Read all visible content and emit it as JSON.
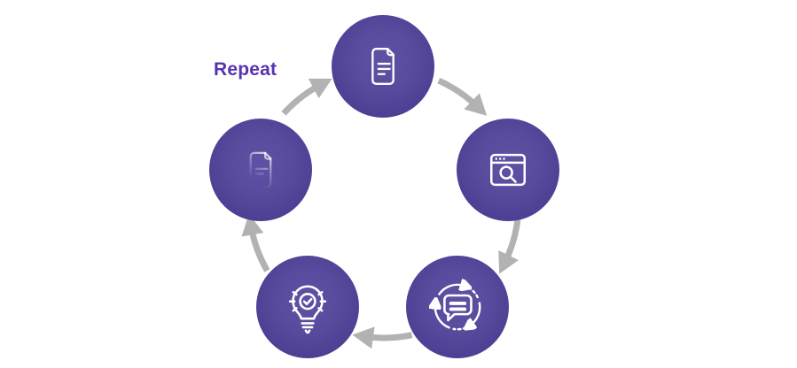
{
  "diagram": {
    "repeat_label": "Repeat",
    "direction": "clockwise",
    "steps": [
      {
        "icon": "document-icon",
        "position": "top"
      },
      {
        "icon": "browser-search-icon",
        "position": "right"
      },
      {
        "icon": "chat-refresh-icon",
        "position": "bottom-right"
      },
      {
        "icon": "lightbulb-check-icon",
        "position": "bottom-left"
      },
      {
        "icon": "document-faded-icon",
        "position": "left"
      }
    ],
    "colors": {
      "background": "#ffffff",
      "circle_gradient_center": "#5f52a4",
      "circle_gradient_edge": "#473a8c",
      "icon_stroke": "#ffffff",
      "arrow_gray": "#b2b2b2",
      "repeat_label_purple": "#5733b4"
    }
  }
}
